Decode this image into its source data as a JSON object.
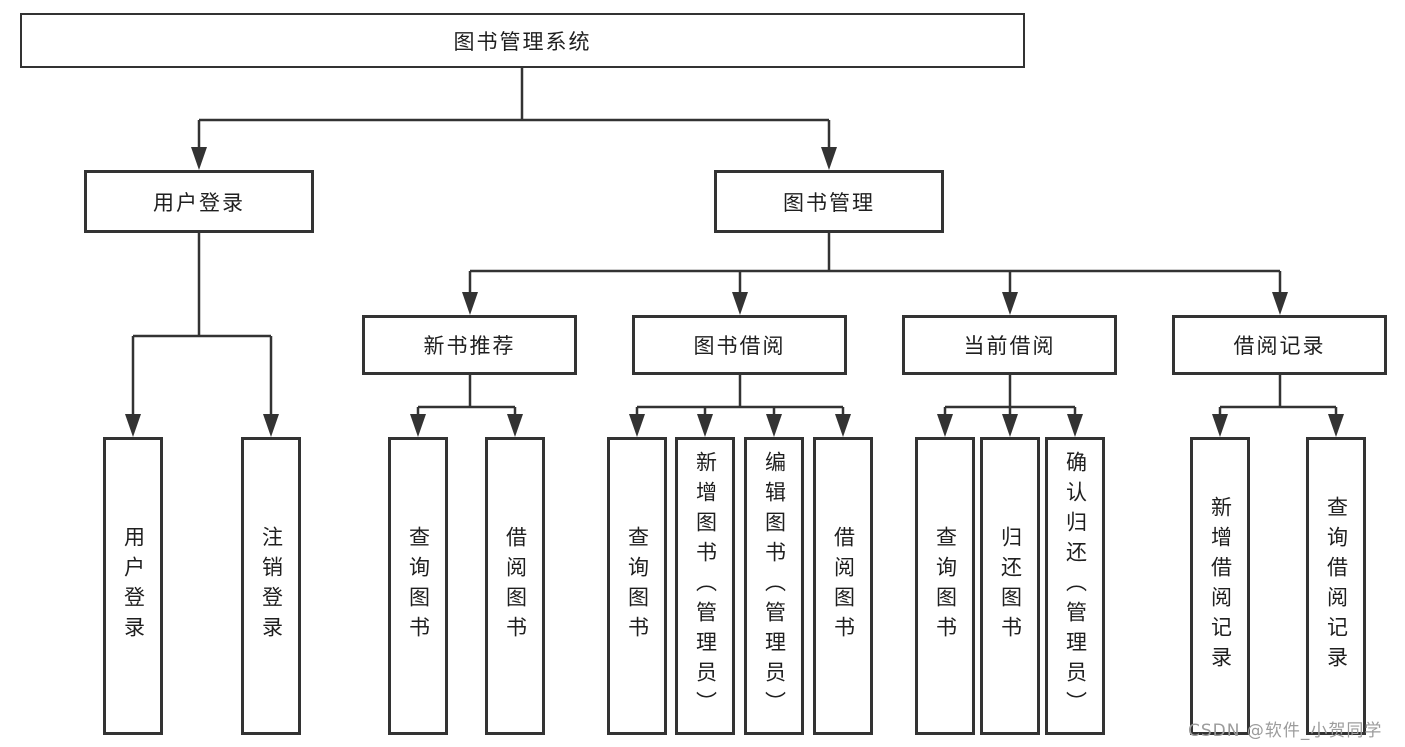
{
  "colors": {
    "line": "#333333",
    "box_border": "#333333",
    "text": "#1f1f1f",
    "watermark": "#9c9c9c",
    "background": "#ffffff"
  },
  "watermark": {
    "text": "CSDN @软件_小贺同学"
  },
  "tree": {
    "root": {
      "label": "图书管理系统"
    },
    "branches": [
      {
        "label": "用户登录",
        "children": [
          {
            "label": "用户登录"
          },
          {
            "label": "注销登录"
          }
        ]
      },
      {
        "label": "图书管理",
        "children": [
          {
            "label": "新书推荐",
            "children": [
              {
                "label": "查询图书"
              },
              {
                "label": "借阅图书"
              }
            ]
          },
          {
            "label": "图书借阅",
            "children": [
              {
                "label": "查询图书"
              },
              {
                "label": "新增图书（管理员）"
              },
              {
                "label": "编辑图书（管理员）"
              },
              {
                "label": "借阅图书"
              }
            ]
          },
          {
            "label": "当前借阅",
            "children": [
              {
                "label": "查询图书"
              },
              {
                "label": "归还图书"
              },
              {
                "label": "确认归还（管理员）"
              }
            ]
          },
          {
            "label": "借阅记录",
            "children": [
              {
                "label": "新增借阅记录"
              },
              {
                "label": "查询借阅记录"
              }
            ]
          }
        ]
      }
    ]
  }
}
